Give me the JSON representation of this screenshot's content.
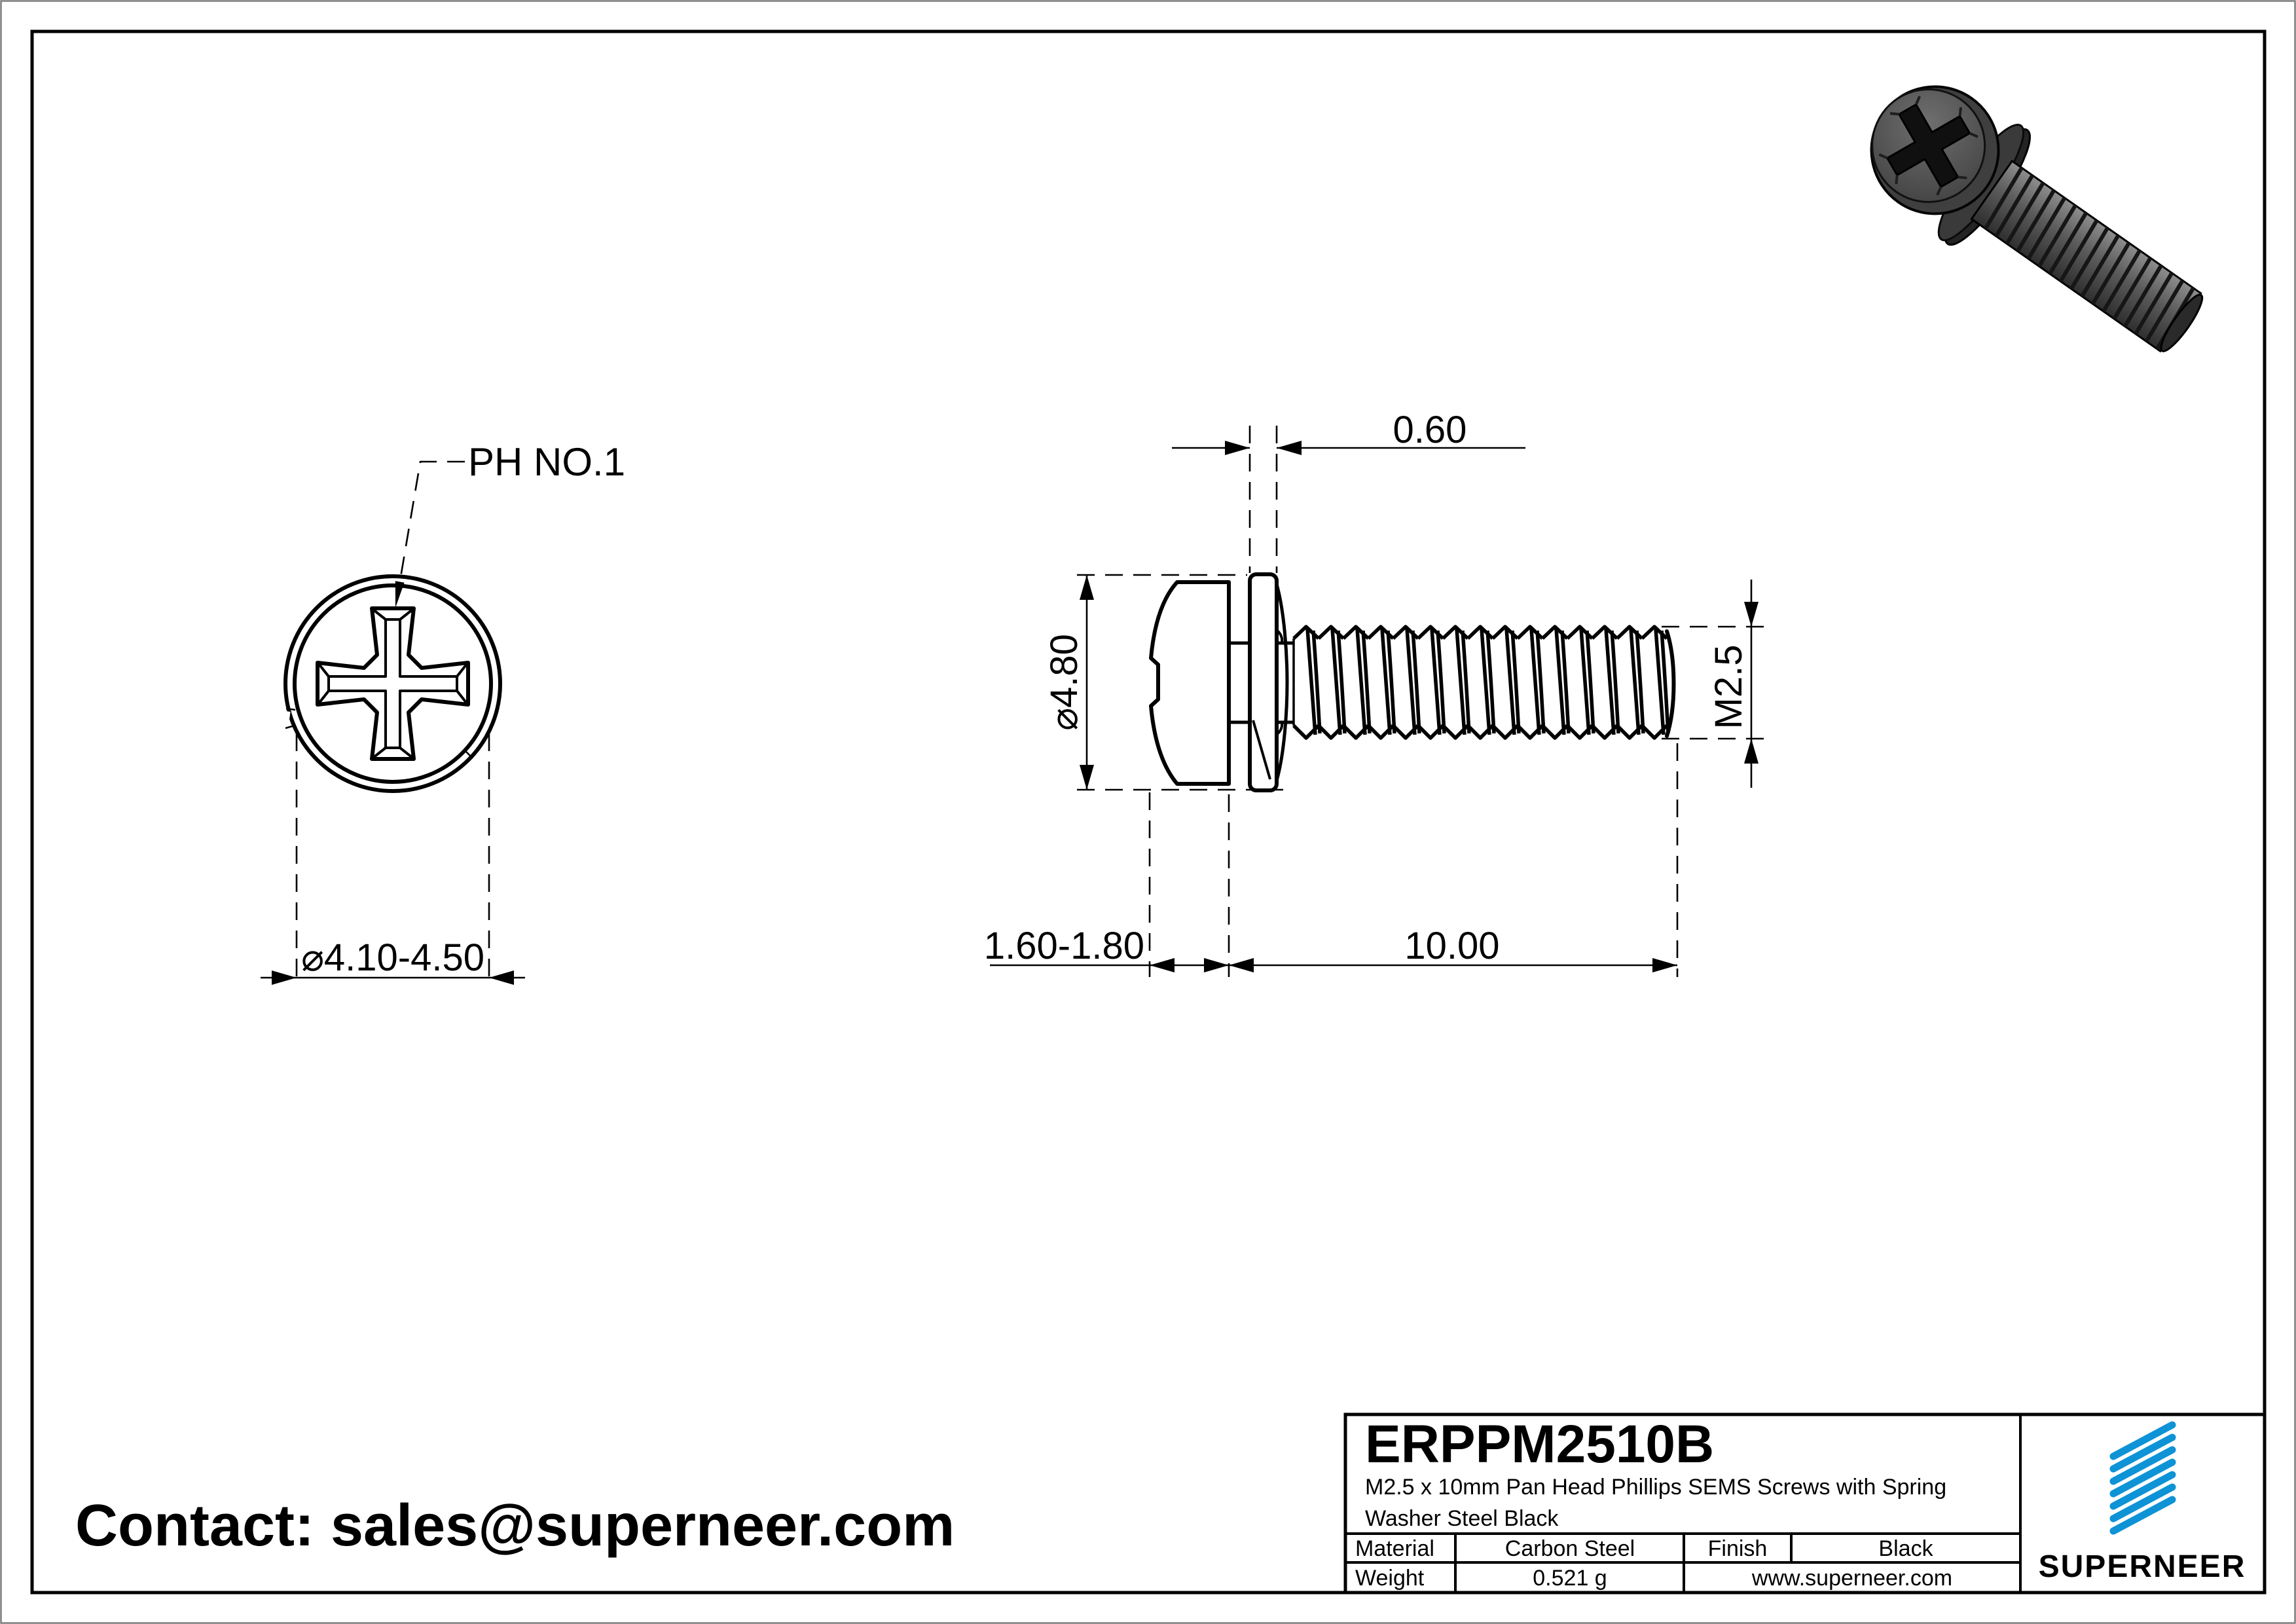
{
  "drawing": {
    "ph_label": "PH NO.1",
    "dim_top_diameter": "⌀4.10-4.50",
    "dim_washer_thickness": "0.60",
    "dim_head_diameter": "⌀4.80",
    "dim_thread": "M2.5",
    "dim_head_height": "1.60-1.80",
    "dim_length": "10.00"
  },
  "contact": {
    "label": "Contact: sales@superneer.com"
  },
  "title_block": {
    "part_number": "ERPPM2510B",
    "description_line1": "M2.5 x 10mm Pan Head Phillips SEMS Screws with Spring",
    "description_line2": "Washer Steel Black",
    "material_label": "Material",
    "material_value": "Carbon Steel",
    "finish_label": "Finish",
    "finish_value": "Black",
    "weight_label": "Weight",
    "weight_value": "0.521 g",
    "website": "www.superneer.com",
    "brand": "SUPERNEER"
  },
  "colors": {
    "accent": "#0e93d6",
    "link": "#1790d5",
    "line": "#000000"
  }
}
